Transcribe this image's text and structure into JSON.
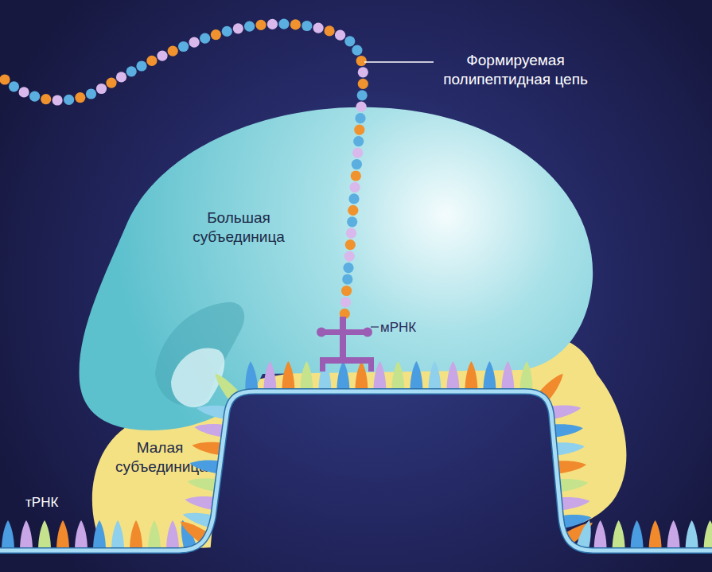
{
  "diagram": {
    "nodes": [
      {
        "text": [
          "Большая субъединица"
        ]
      },
      {
        "text": [
          "Малая субъединица"
        ]
      }
    ],
    "labels": [
      "Формируемая полипептидная цепь",
      "мРНК",
      "тРНК"
    ]
  }
}
